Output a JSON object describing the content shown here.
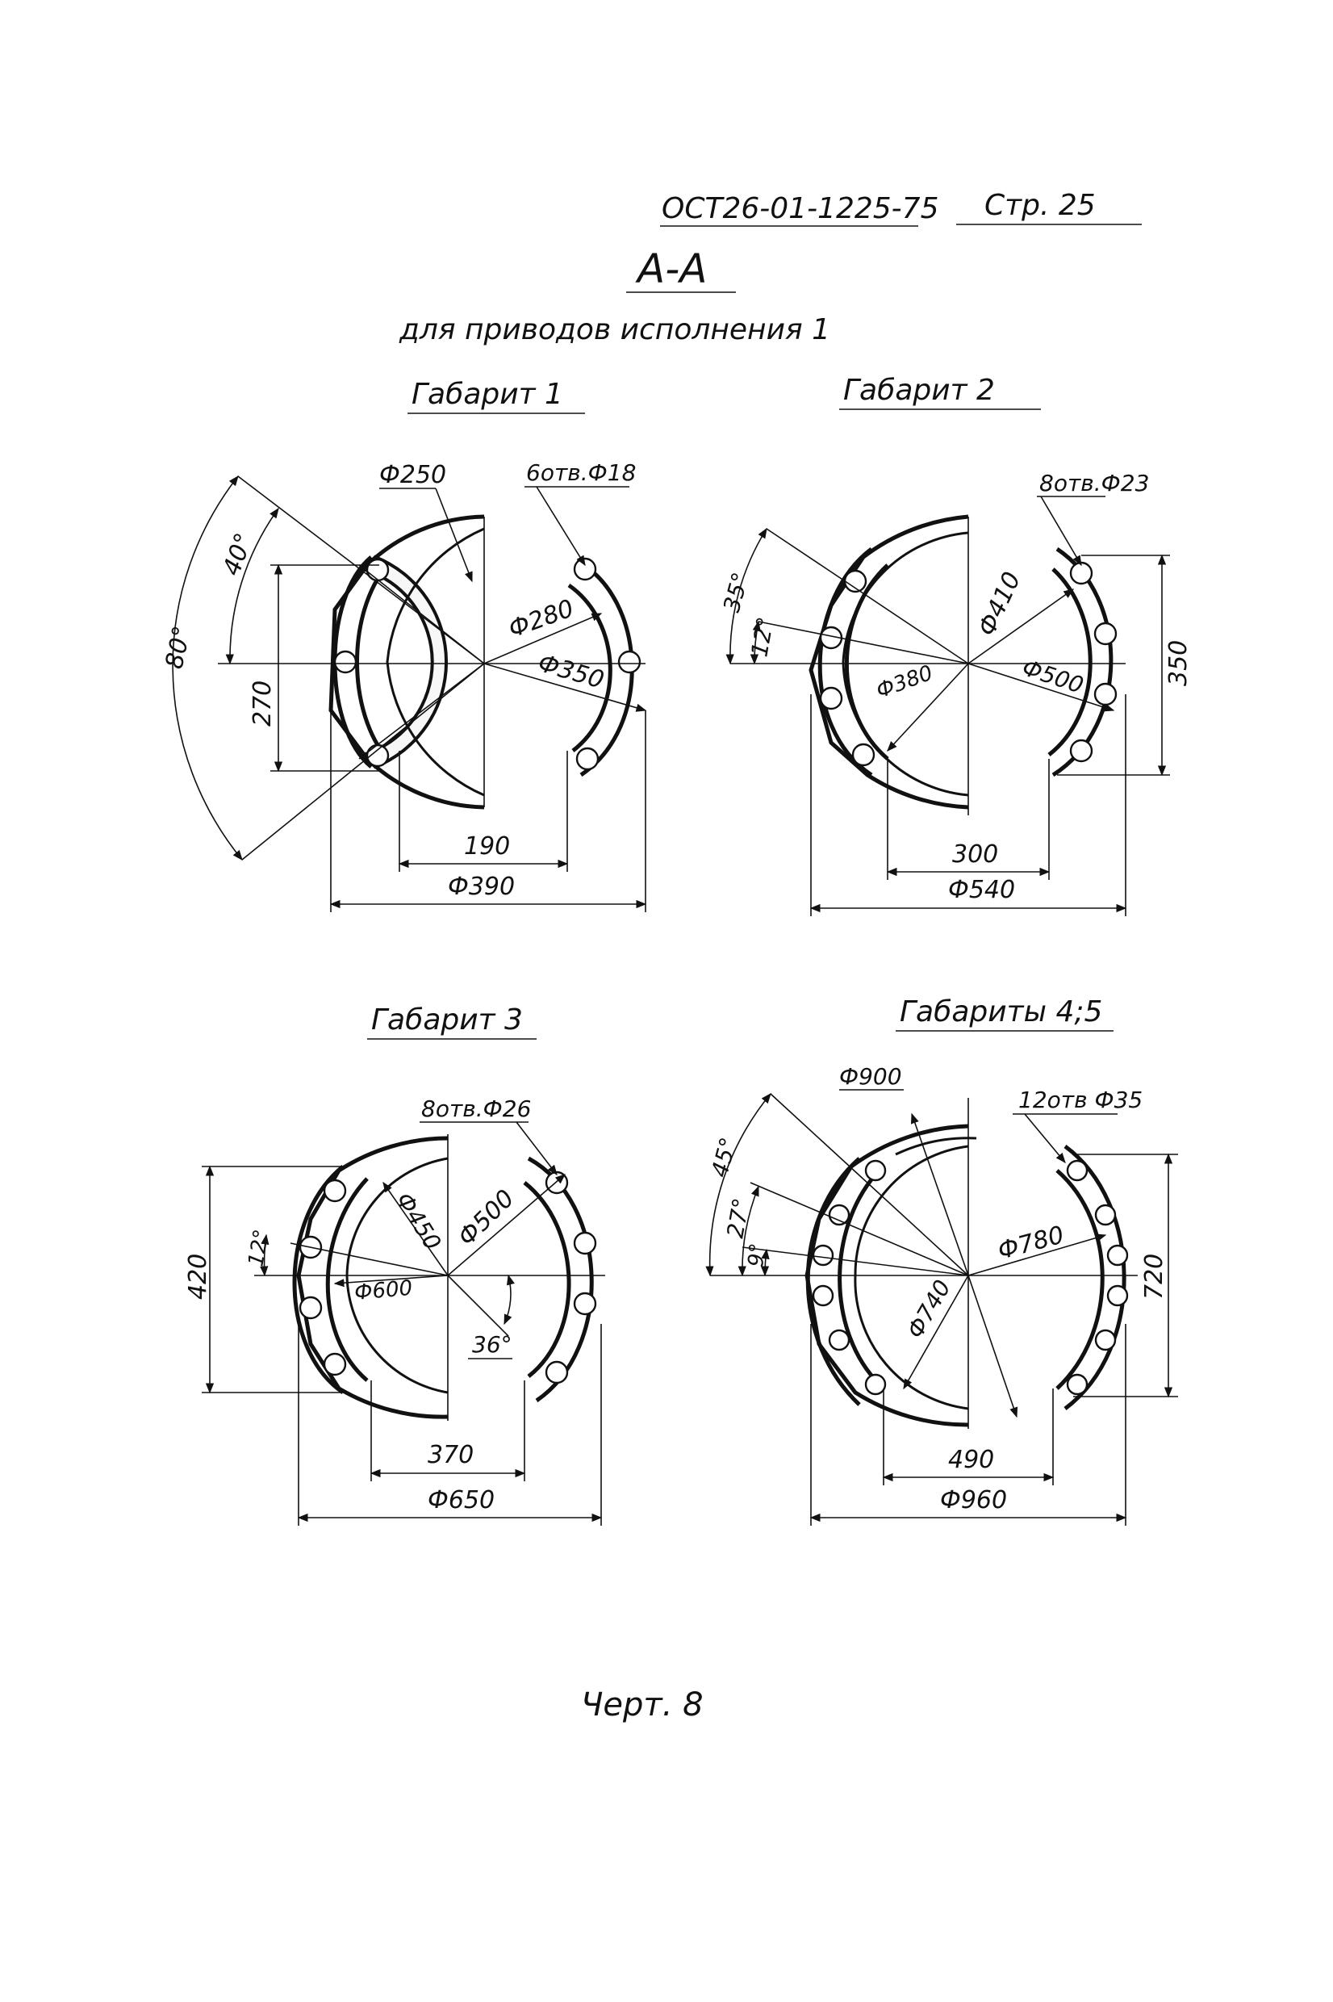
{
  "header": {
    "doc_code": "ОСТ26-01-1225-75",
    "page": "Стр. 25"
  },
  "section_title": "А-А",
  "subtitle": "для приводов исполнения 1",
  "caption": "Черт. 8",
  "views": [
    {
      "title": "Габарит 1",
      "labels": {
        "d_inner": "Ф250",
        "holes": "6отв.Ф18",
        "d_mid": "Ф280",
        "d_bolt": "Ф350",
        "angle_small": "40°",
        "angle_large": "80°",
        "height": "270",
        "gap": "190",
        "d_outer": "Ф390"
      }
    },
    {
      "title": "Габарит 2",
      "labels": {
        "holes": "8отв.Ф23",
        "angle_large": "35°",
        "angle_small": "12°",
        "d_mid": "Ф410",
        "d_inner": "Ф380",
        "d_bolt": "Ф500",
        "height": "350",
        "gap": "300",
        "d_outer": "Ф540"
      }
    },
    {
      "title": "Габарит 3",
      "labels": {
        "holes": "8отв.Ф26",
        "d_inner": "Ф450",
        "d_mid": "Ф500",
        "d_bolt": "Ф600",
        "angle_small": "12°",
        "angle_bottom": "36°",
        "height": "420",
        "gap": "370",
        "d_outer": "Ф650"
      }
    },
    {
      "title": "Габариты 4;5",
      "labels": {
        "d_top": "Ф900",
        "holes": "12отв Ф35",
        "angle_large": "45°",
        "angle_mid": "27°",
        "angle_small": "9°",
        "d_mid": "Ф780",
        "d_inner": "Ф740",
        "height": "720",
        "gap": "490",
        "d_outer": "Ф960"
      }
    }
  ]
}
